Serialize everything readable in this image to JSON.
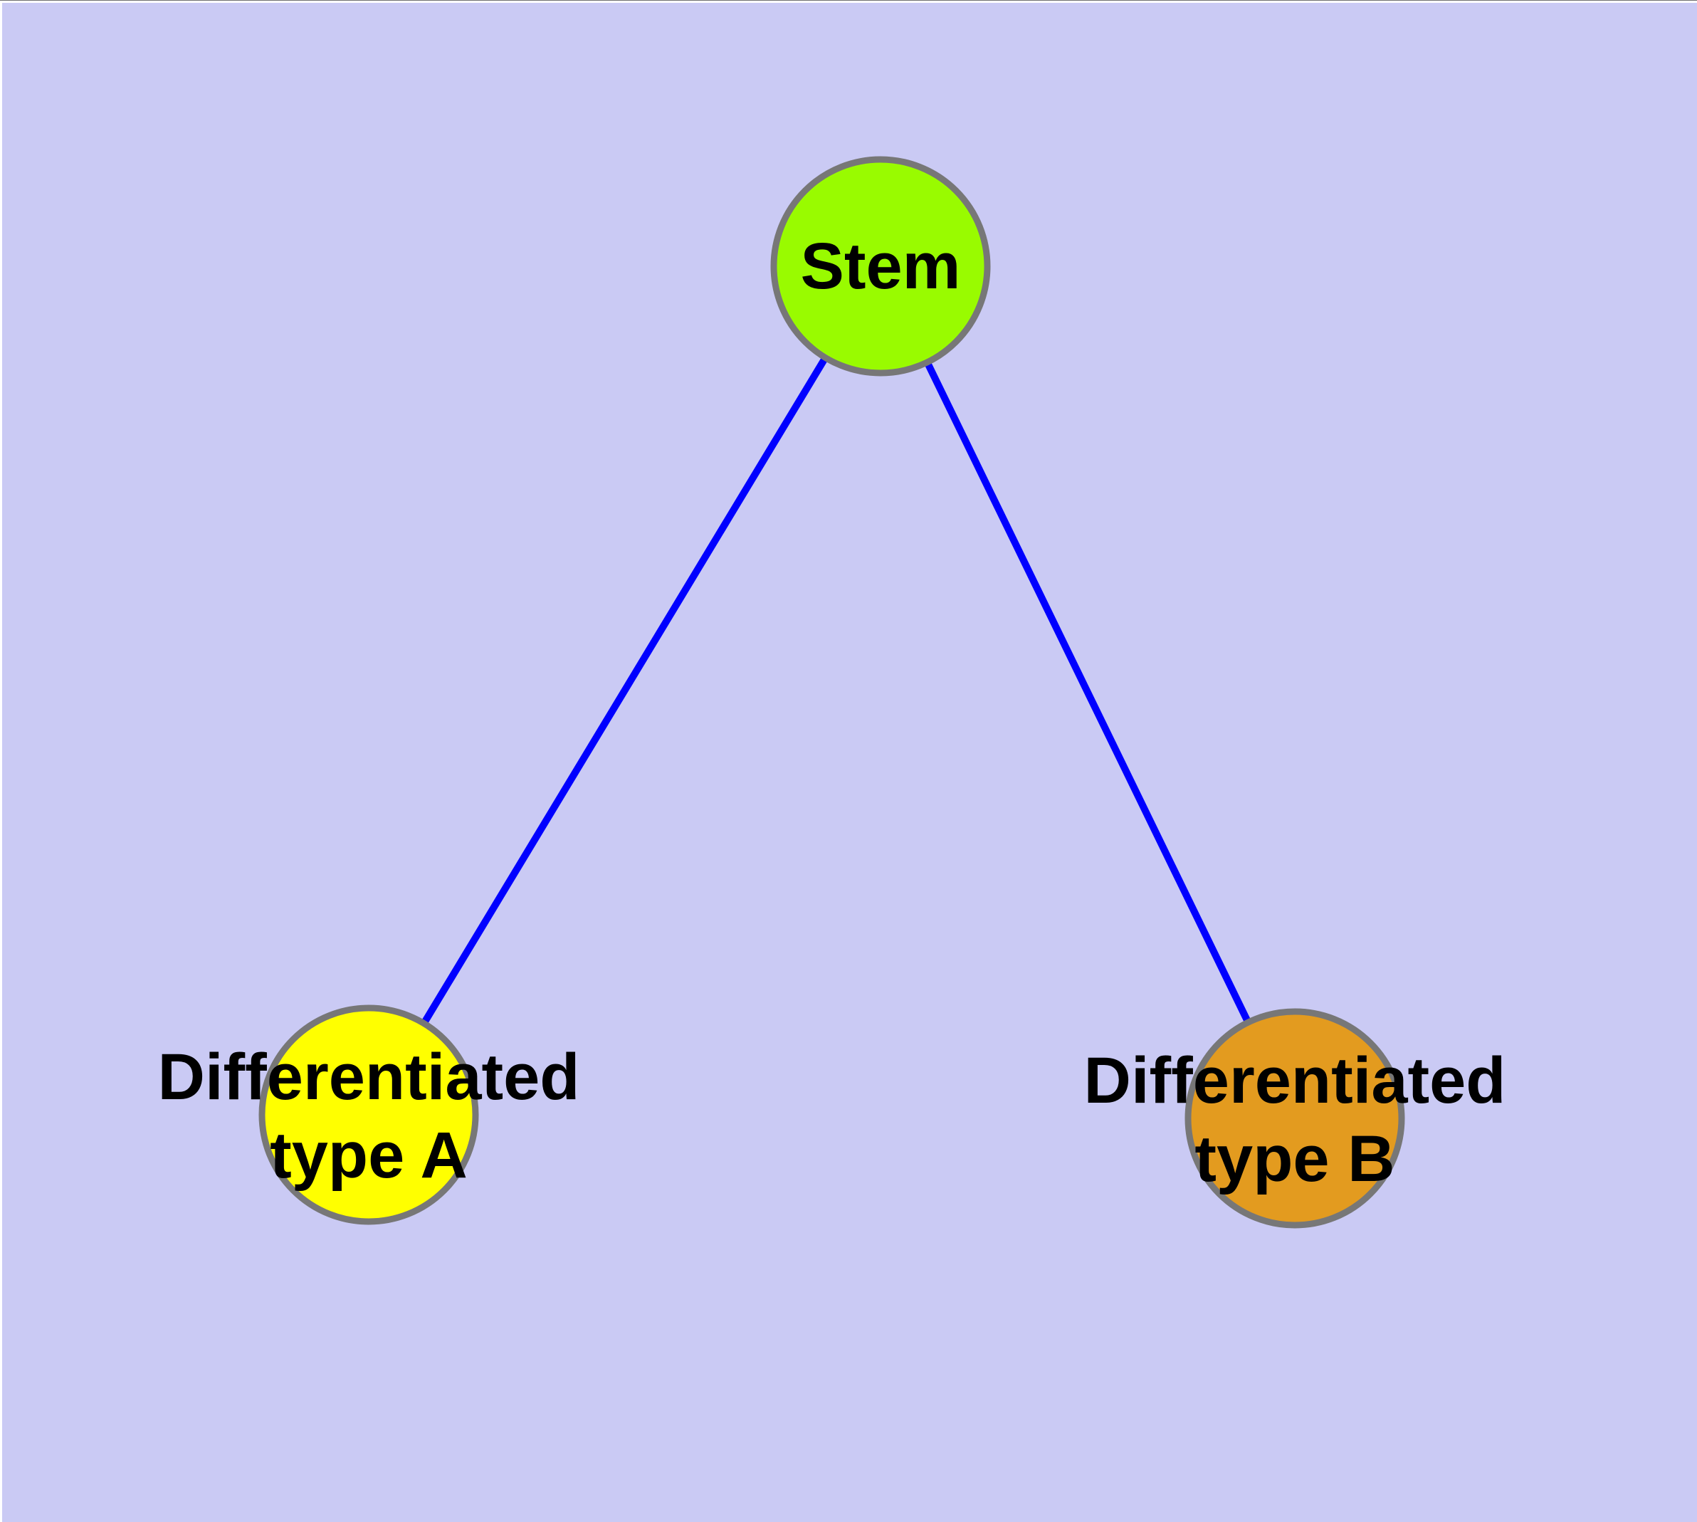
{
  "diagram": {
    "background_color": "#cacaf4",
    "edge_color": "#0000ff",
    "node_border_color": "#777777",
    "label_color": "#000000",
    "nodes": {
      "stem": {
        "label": "Stem",
        "fill": "#99fb00"
      },
      "type_a": {
        "label_line1": "Differentiated",
        "label_line2": "type A",
        "label": "Differentiated type A",
        "fill": "#ffff00"
      },
      "type_b": {
        "label_line1": "Differentiated",
        "label_line2": "type B",
        "label": "Differentiated type B",
        "fill": "#e39b1f"
      }
    },
    "edges": [
      {
        "from": "Stem",
        "to": "Differentiated type A"
      },
      {
        "from": "Stem",
        "to": "Differentiated type B"
      }
    ]
  }
}
